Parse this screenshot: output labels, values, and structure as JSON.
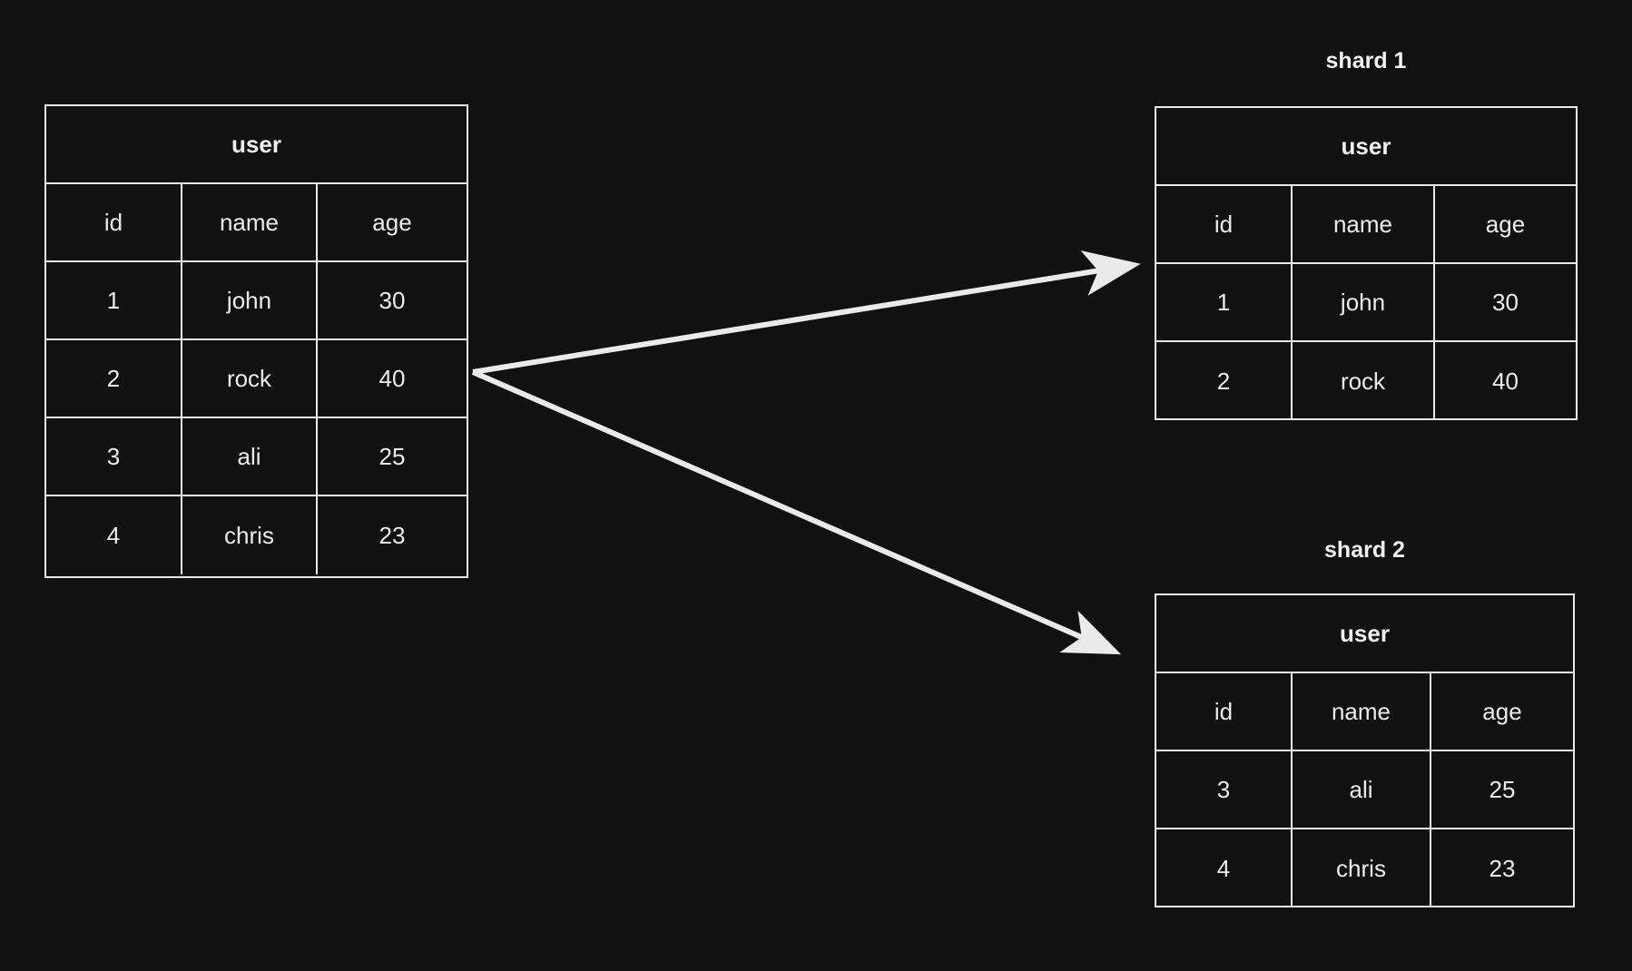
{
  "theme": {
    "background": "#111111",
    "line_color": "#eaeaea",
    "text_color": "#ececec"
  },
  "source": {
    "table_title": "user",
    "columns": [
      "id",
      "name",
      "age"
    ],
    "rows": [
      [
        "1",
        "john",
        "30"
      ],
      [
        "2",
        "rock",
        "40"
      ],
      [
        "3",
        "ali",
        "25"
      ],
      [
        "4",
        "chris",
        "23"
      ]
    ]
  },
  "shards": [
    {
      "label": "shard 1",
      "table_title": "user",
      "columns": [
        "id",
        "name",
        "age"
      ],
      "rows": [
        [
          "1",
          "john",
          "30"
        ],
        [
          "2",
          "rock",
          "40"
        ]
      ]
    },
    {
      "label": "shard 2",
      "table_title": "user",
      "columns": [
        "id",
        "name",
        "age"
      ],
      "rows": [
        [
          "3",
          "ali",
          "25"
        ],
        [
          "4",
          "chris",
          "23"
        ]
      ]
    }
  ],
  "connectors": [
    {
      "name": "arrow-to-shard-1",
      "from": "source-table",
      "to": "shard 1"
    },
    {
      "name": "arrow-to-shard-2",
      "from": "source-table",
      "to": "shard 2"
    }
  ]
}
